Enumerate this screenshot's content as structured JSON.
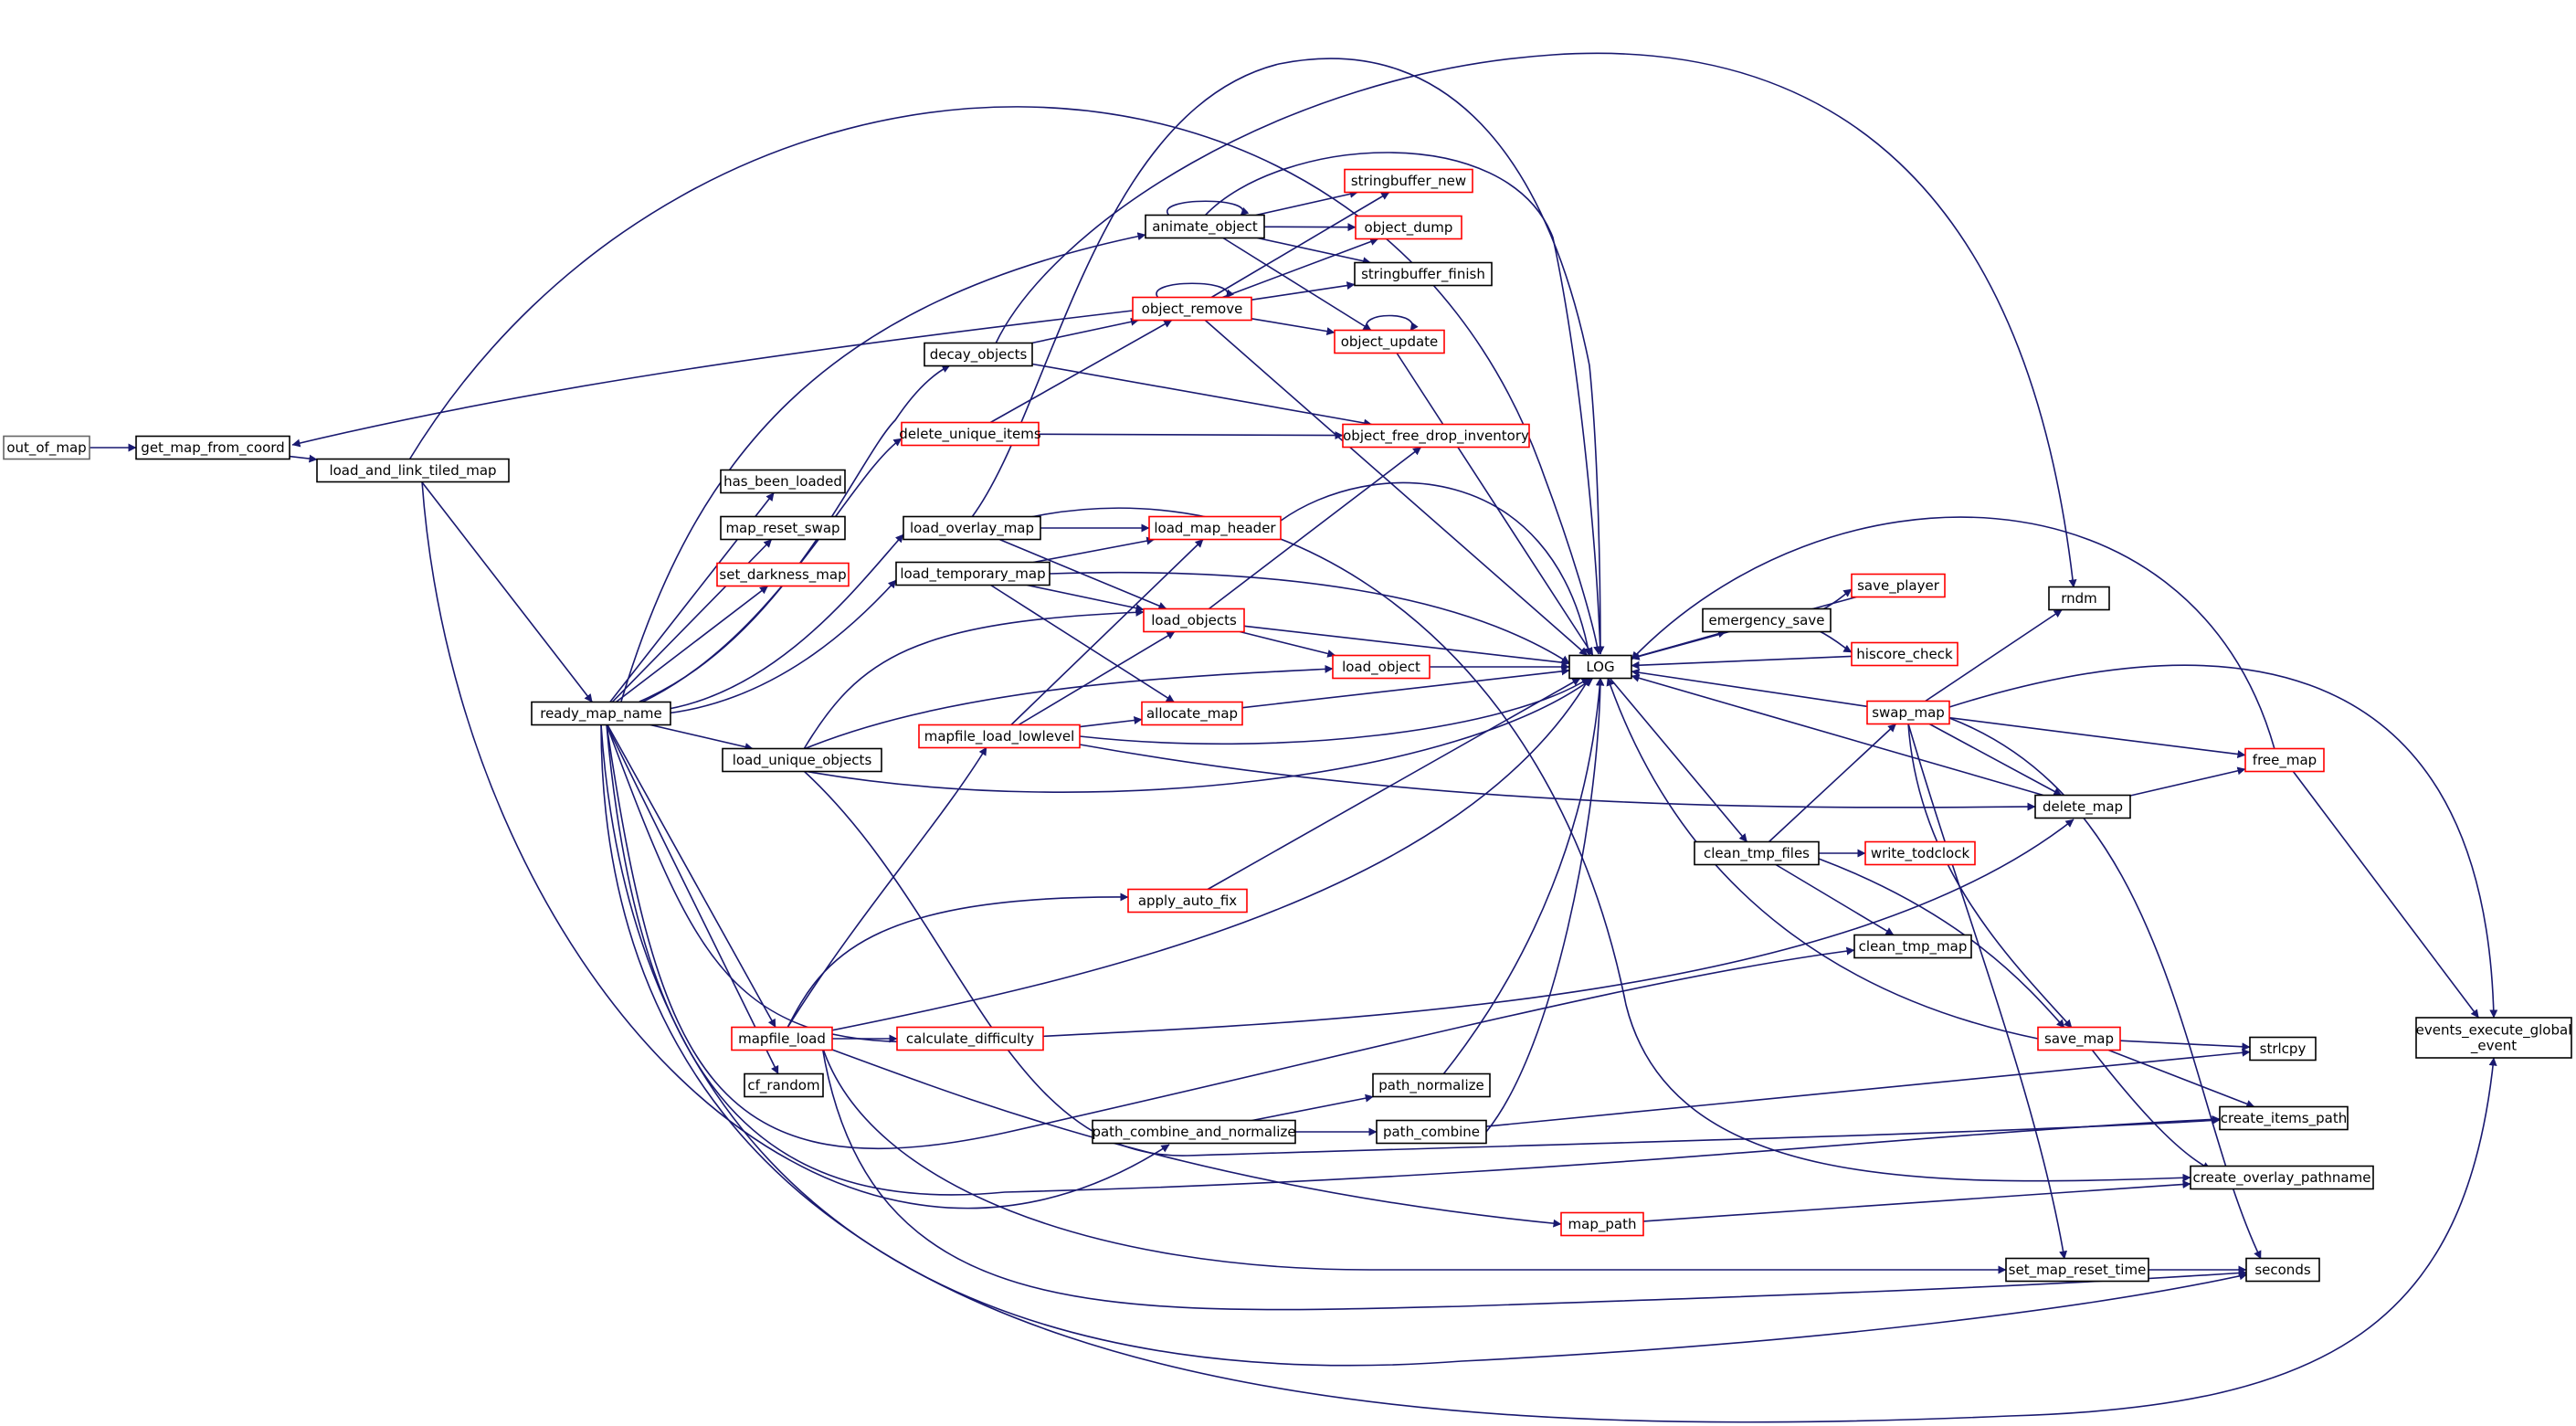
{
  "colors": {
    "edge": "#191970",
    "normal_border": "#000000",
    "truncated_border": "#ff0000",
    "focus_fill": "#bfbfbf",
    "focus_border": "#666666"
  },
  "nodes": [
    {
      "id": "out_of_map",
      "label": "out_of_map",
      "style": "focus"
    },
    {
      "id": "get_map_from_coord",
      "label": "get_map_from_coord",
      "style": "normal"
    },
    {
      "id": "load_and_link_tiled_map",
      "label": "load_and_link_tiled_map",
      "style": "normal"
    },
    {
      "id": "ready_map_name",
      "label": "ready_map_name",
      "style": "normal"
    },
    {
      "id": "animate_object",
      "label": "animate_object",
      "style": "normal"
    },
    {
      "id": "decay_objects",
      "label": "decay_objects",
      "style": "normal"
    },
    {
      "id": "delete_unique_items",
      "label": "delete_unique_items",
      "style": "truncated"
    },
    {
      "id": "has_been_loaded",
      "label": "has_been_loaded",
      "style": "normal"
    },
    {
      "id": "map_reset_swap",
      "label": "map_reset_swap",
      "style": "normal"
    },
    {
      "id": "set_darkness_map",
      "label": "set_darkness_map",
      "style": "truncated"
    },
    {
      "id": "load_overlay_map",
      "label": "load_overlay_map",
      "style": "normal"
    },
    {
      "id": "load_temporary_map",
      "label": "load_temporary_map",
      "style": "normal"
    },
    {
      "id": "load_unique_objects",
      "label": "load_unique_objects",
      "style": "normal"
    },
    {
      "id": "mapfile_load_lowlevel",
      "label": "mapfile_load_lowlevel",
      "style": "truncated"
    },
    {
      "id": "mapfile_load",
      "label": "mapfile_load",
      "style": "truncated"
    },
    {
      "id": "cf_random",
      "label": "cf_random",
      "style": "normal"
    },
    {
      "id": "calculate_difficulty",
      "label": "calculate_difficulty",
      "style": "truncated"
    },
    {
      "id": "apply_auto_fix",
      "label": "apply_auto_fix",
      "style": "truncated"
    },
    {
      "id": "path_combine_and_normalize",
      "label": "path_combine_and_normalize",
      "style": "normal"
    },
    {
      "id": "path_normalize",
      "label": "path_normalize",
      "style": "normal"
    },
    {
      "id": "path_combine",
      "label": "path_combine",
      "style": "normal"
    },
    {
      "id": "map_path",
      "label": "map_path",
      "style": "truncated"
    },
    {
      "id": "stringbuffer_new",
      "label": "stringbuffer_new",
      "style": "truncated"
    },
    {
      "id": "object_dump",
      "label": "object_dump",
      "style": "truncated"
    },
    {
      "id": "stringbuffer_finish",
      "label": "stringbuffer_finish",
      "style": "normal"
    },
    {
      "id": "object_remove",
      "label": "object_remove",
      "style": "truncated"
    },
    {
      "id": "object_update",
      "label": "object_update",
      "style": "truncated"
    },
    {
      "id": "object_free_drop_inventory",
      "label": "object_free_drop_inventory",
      "style": "truncated"
    },
    {
      "id": "load_map_header",
      "label": "load_map_header",
      "style": "truncated"
    },
    {
      "id": "load_objects",
      "label": "load_objects",
      "style": "truncated"
    },
    {
      "id": "load_object",
      "label": "load_object",
      "style": "truncated"
    },
    {
      "id": "allocate_map",
      "label": "allocate_map",
      "style": "truncated"
    },
    {
      "id": "LOG",
      "label": "LOG",
      "style": "normal"
    },
    {
      "id": "emergency_save",
      "label": "emergency_save",
      "style": "normal"
    },
    {
      "id": "save_player",
      "label": "save_player",
      "style": "truncated"
    },
    {
      "id": "hiscore_check",
      "label": "hiscore_check",
      "style": "truncated"
    },
    {
      "id": "swap_map",
      "label": "swap_map",
      "style": "truncated"
    },
    {
      "id": "rndm",
      "label": "rndm",
      "style": "normal"
    },
    {
      "id": "free_map",
      "label": "free_map",
      "style": "truncated"
    },
    {
      "id": "delete_map",
      "label": "delete_map",
      "style": "normal"
    },
    {
      "id": "clean_tmp_files",
      "label": "clean_tmp_files",
      "style": "normal"
    },
    {
      "id": "write_todclock",
      "label": "write_todclock",
      "style": "truncated"
    },
    {
      "id": "clean_tmp_map",
      "label": "clean_tmp_map",
      "style": "normal"
    },
    {
      "id": "save_map",
      "label": "save_map",
      "style": "truncated"
    },
    {
      "id": "strlcpy",
      "label": "strlcpy",
      "style": "normal"
    },
    {
      "id": "create_items_path",
      "label": "create_items_path",
      "style": "normal"
    },
    {
      "id": "create_overlay_pathname",
      "label": "create_overlay_pathname",
      "style": "normal"
    },
    {
      "id": "set_map_reset_time",
      "label": "set_map_reset_time",
      "style": "normal"
    },
    {
      "id": "seconds",
      "label": "seconds",
      "style": "normal"
    },
    {
      "id": "events_execute_global_event",
      "label": "events_execute_global\n_event",
      "style": "normal"
    }
  ],
  "edges": [
    [
      "out_of_map",
      "get_map_from_coord"
    ],
    [
      "get_map_from_coord",
      "load_and_link_tiled_map"
    ],
    [
      "load_and_link_tiled_map",
      "ready_map_name"
    ],
    [
      "load_and_link_tiled_map",
      "LOG"
    ],
    [
      "load_and_link_tiled_map",
      "path_combine_and_normalize"
    ],
    [
      "object_remove",
      "get_map_from_coord"
    ],
    [
      "ready_map_name",
      "animate_object"
    ],
    [
      "ready_map_name",
      "decay_objects"
    ],
    [
      "ready_map_name",
      "delete_unique_items"
    ],
    [
      "ready_map_name",
      "has_been_loaded"
    ],
    [
      "ready_map_name",
      "map_reset_swap"
    ],
    [
      "ready_map_name",
      "set_darkness_map"
    ],
    [
      "ready_map_name",
      "load_overlay_map"
    ],
    [
      "ready_map_name",
      "load_temporary_map"
    ],
    [
      "ready_map_name",
      "load_unique_objects"
    ],
    [
      "ready_map_name",
      "mapfile_load"
    ],
    [
      "ready_map_name",
      "cf_random"
    ],
    [
      "ready_map_name",
      "delete_map"
    ],
    [
      "ready_map_name",
      "clean_tmp_map"
    ],
    [
      "ready_map_name",
      "create_items_path"
    ],
    [
      "ready_map_name",
      "seconds"
    ],
    [
      "ready_map_name",
      "events_execute_global_event"
    ],
    [
      "animate_object",
      "animate_object"
    ],
    [
      "animate_object",
      "stringbuffer_new"
    ],
    [
      "animate_object",
      "object_dump"
    ],
    [
      "animate_object",
      "stringbuffer_finish"
    ],
    [
      "animate_object",
      "object_update"
    ],
    [
      "animate_object",
      "LOG"
    ],
    [
      "object_remove",
      "object_remove"
    ],
    [
      "object_remove",
      "stringbuffer_new"
    ],
    [
      "object_remove",
      "object_dump"
    ],
    [
      "object_remove",
      "stringbuffer_finish"
    ],
    [
      "object_remove",
      "object_update"
    ],
    [
      "object_remove",
      "LOG"
    ],
    [
      "object_update",
      "object_update"
    ],
    [
      "object_update",
      "LOG"
    ],
    [
      "decay_objects",
      "object_remove"
    ],
    [
      "decay_objects",
      "object_free_drop_inventory"
    ],
    [
      "decay_objects",
      "rndm"
    ],
    [
      "delete_unique_items",
      "object_remove"
    ],
    [
      "delete_unique_items",
      "object_free_drop_inventory"
    ],
    [
      "load_overlay_map",
      "load_map_header"
    ],
    [
      "load_overlay_map",
      "load_objects"
    ],
    [
      "load_overlay_map",
      "LOG"
    ],
    [
      "load_overlay_map",
      "create_overlay_pathname"
    ],
    [
      "load_temporary_map",
      "load_map_header"
    ],
    [
      "load_temporary_map",
      "load_objects"
    ],
    [
      "load_temporary_map",
      "allocate_map"
    ],
    [
      "load_temporary_map",
      "LOG"
    ],
    [
      "load_map_header",
      "LOG"
    ],
    [
      "load_objects",
      "load_object"
    ],
    [
      "load_objects",
      "object_free_drop_inventory"
    ],
    [
      "load_objects",
      "LOG"
    ],
    [
      "load_object",
      "LOG"
    ],
    [
      "load_unique_objects",
      "load_objects"
    ],
    [
      "load_unique_objects",
      "load_object"
    ],
    [
      "load_unique_objects",
      "LOG"
    ],
    [
      "load_unique_objects",
      "create_items_path"
    ],
    [
      "mapfile_load_lowlevel",
      "load_map_header"
    ],
    [
      "mapfile_load_lowlevel",
      "load_objects"
    ],
    [
      "mapfile_load_lowlevel",
      "allocate_map"
    ],
    [
      "mapfile_load_lowlevel",
      "LOG"
    ],
    [
      "mapfile_load_lowlevel",
      "delete_map"
    ],
    [
      "allocate_map",
      "LOG"
    ],
    [
      "mapfile_load",
      "mapfile_load_lowlevel"
    ],
    [
      "mapfile_load",
      "apply_auto_fix"
    ],
    [
      "mapfile_load",
      "calculate_difficulty"
    ],
    [
      "mapfile_load",
      "LOG"
    ],
    [
      "mapfile_load",
      "map_path"
    ],
    [
      "mapfile_load",
      "set_map_reset_time"
    ],
    [
      "mapfile_load",
      "seconds"
    ],
    [
      "apply_auto_fix",
      "LOG"
    ],
    [
      "path_combine_and_normalize",
      "path_normalize"
    ],
    [
      "path_combine_and_normalize",
      "path_combine"
    ],
    [
      "path_normalize",
      "LOG"
    ],
    [
      "path_combine",
      "LOG"
    ],
    [
      "path_combine",
      "strlcpy"
    ],
    [
      "map_path",
      "create_overlay_pathname"
    ],
    [
      "LOG",
      "emergency_save"
    ],
    [
      "LOG",
      "clean_tmp_files"
    ],
    [
      "emergency_save",
      "LOG"
    ],
    [
      "emergency_save",
      "save_player"
    ],
    [
      "emergency_save",
      "hiscore_check"
    ],
    [
      "save_player",
      "LOG"
    ],
    [
      "hiscore_check",
      "LOG"
    ],
    [
      "clean_tmp_files",
      "swap_map"
    ],
    [
      "clean_tmp_files",
      "write_todclock"
    ],
    [
      "clean_tmp_files",
      "clean_tmp_map"
    ],
    [
      "clean_tmp_files",
      "save_map"
    ],
    [
      "swap_map",
      "LOG"
    ],
    [
      "swap_map",
      "rndm"
    ],
    [
      "swap_map",
      "free_map"
    ],
    [
      "swap_map",
      "delete_map"
    ],
    [
      "swap_map",
      "save_map"
    ],
    [
      "swap_map",
      "set_map_reset_time"
    ],
    [
      "swap_map",
      "seconds"
    ],
    [
      "swap_map",
      "events_execute_global_event"
    ],
    [
      "free_map",
      "LOG"
    ],
    [
      "free_map",
      "events_execute_global_event"
    ],
    [
      "delete_map",
      "LOG"
    ],
    [
      "delete_map",
      "free_map"
    ],
    [
      "save_map",
      "LOG"
    ],
    [
      "save_map",
      "strlcpy"
    ],
    [
      "save_map",
      "create_items_path"
    ],
    [
      "save_map",
      "create_overlay_pathname"
    ],
    [
      "set_map_reset_time",
      "seconds"
    ]
  ]
}
